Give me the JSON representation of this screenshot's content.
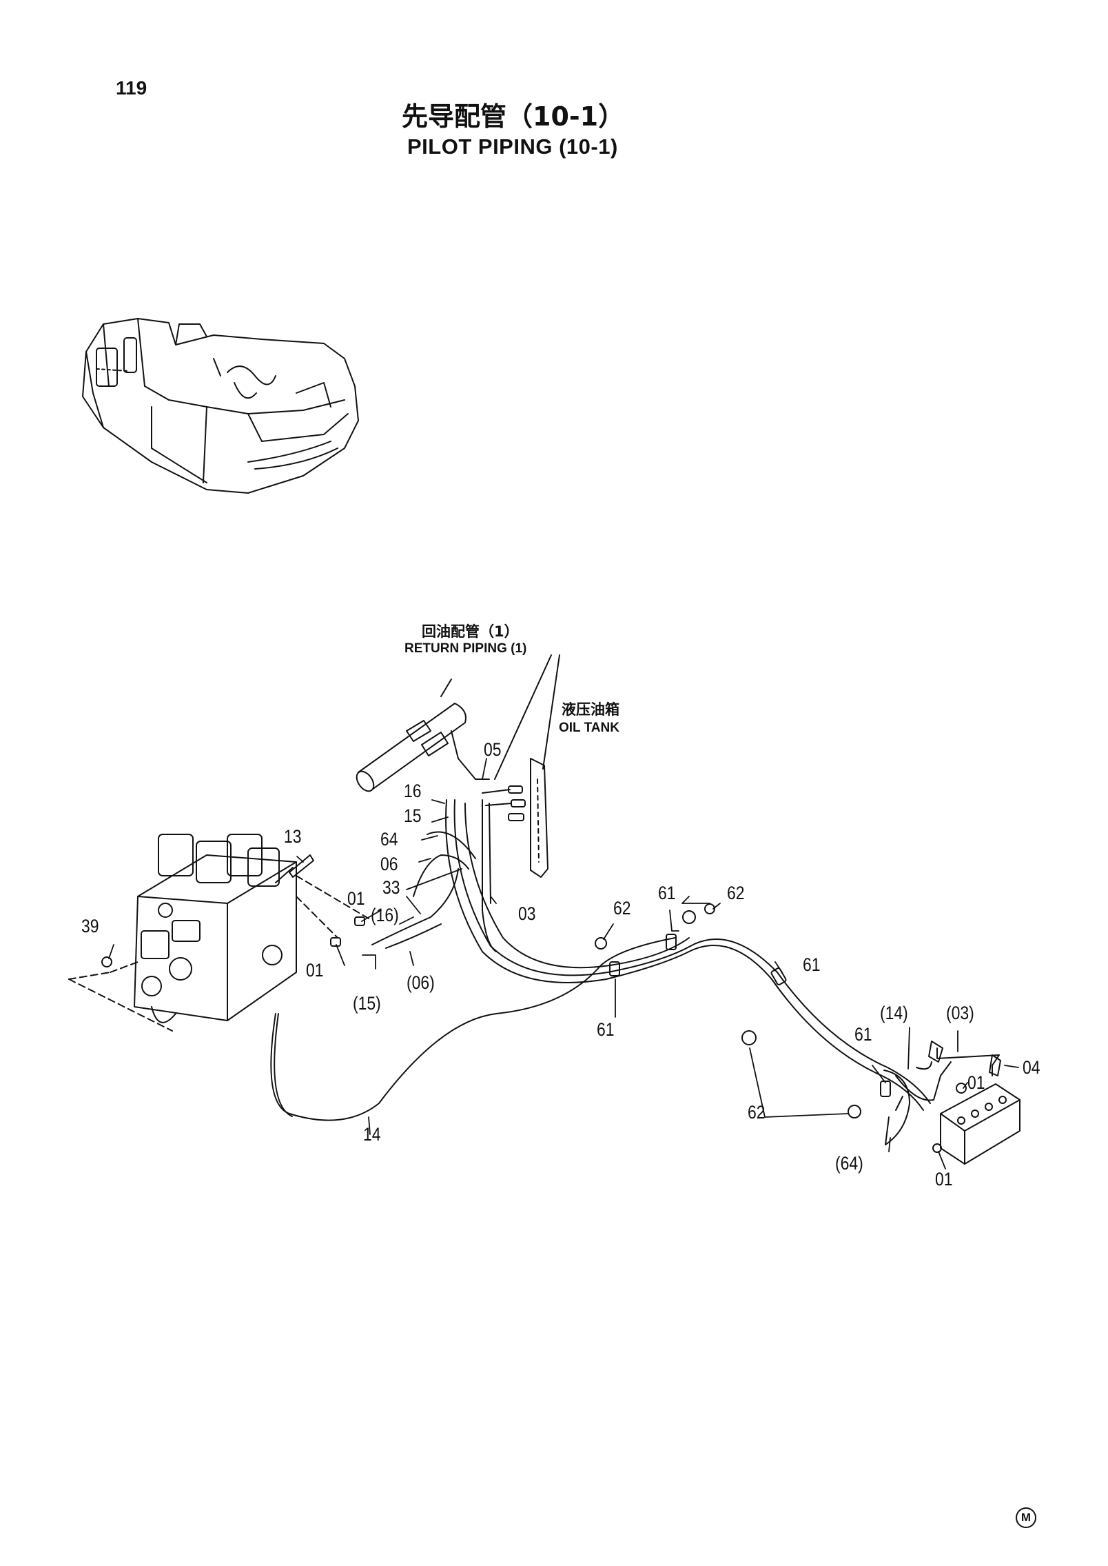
{
  "page_number": "119",
  "title_cn": "先导配管（10-1）",
  "title_en": "PILOT PIPING (10-1)",
  "references": {
    "return_piping_cn": "回油配管（1）",
    "return_piping_en": "RETURN PIPING (1)",
    "oil_tank_cn": "液压油箱",
    "oil_tank_en": "OIL TANK"
  },
  "callouts": [
    {
      "id": "c05",
      "text": "05"
    },
    {
      "id": "c16a",
      "text": "16"
    },
    {
      "id": "c15a",
      "text": "15"
    },
    {
      "id": "c64a",
      "text": "64"
    },
    {
      "id": "c06a",
      "text": "06"
    },
    {
      "id": "c33",
      "text": "33"
    },
    {
      "id": "c13",
      "text": "13"
    },
    {
      "id": "c01a",
      "text": "01"
    },
    {
      "id": "c16b",
      "text": "(16)"
    },
    {
      "id": "c03a",
      "text": "03"
    },
    {
      "id": "c39",
      "text": "39"
    },
    {
      "id": "c01b",
      "text": "01"
    },
    {
      "id": "c06b",
      "text": "(06)"
    },
    {
      "id": "c15b",
      "text": "(15)"
    },
    {
      "id": "c62a",
      "text": "62"
    },
    {
      "id": "c61a",
      "text": "61"
    },
    {
      "id": "c62b",
      "text": "62"
    },
    {
      "id": "c61b",
      "text": "61"
    },
    {
      "id": "c61c",
      "text": "61"
    },
    {
      "id": "c14a",
      "text": "(14)"
    },
    {
      "id": "c03b",
      "text": "(03)"
    },
    {
      "id": "c61d",
      "text": "61"
    },
    {
      "id": "c04",
      "text": "04"
    },
    {
      "id": "c01c",
      "text": "01"
    },
    {
      "id": "c62c",
      "text": "62"
    },
    {
      "id": "c14b",
      "text": "14"
    },
    {
      "id": "c64b",
      "text": "(64)"
    },
    {
      "id": "c01d",
      "text": "01"
    }
  ],
  "mark": "M"
}
